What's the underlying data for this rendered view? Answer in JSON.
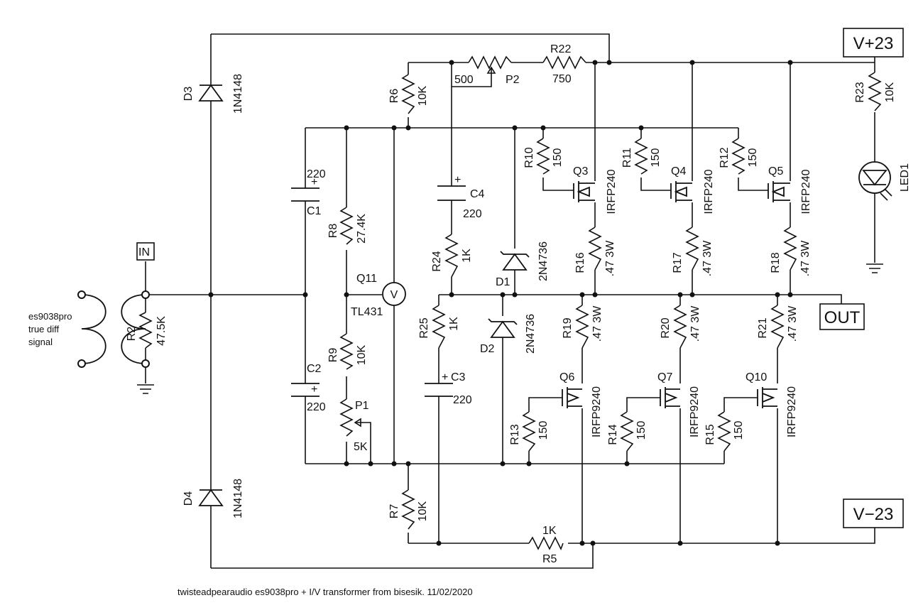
{
  "rails": {
    "positive": "V+23",
    "negative": "V−23"
  },
  "ports": {
    "input": "IN",
    "output": "OUT"
  },
  "source_note": [
    "es9038pro",
    "true diff",
    "signal"
  ],
  "footer": "twisteadpearaudio es9038pro + I/V transformer from bisesik. 11/02/2020",
  "components": {
    "D3": {
      "ref": "D3",
      "value": "1N4148"
    },
    "D4": {
      "ref": "D4",
      "value": "1N4148"
    },
    "R2": {
      "ref": "R2",
      "value": "47.5K"
    },
    "C1": {
      "ref": "C1",
      "value": "220",
      "pol": "+"
    },
    "C2": {
      "ref": "C2",
      "value": "220",
      "pol": "+"
    },
    "C3": {
      "ref": "C3",
      "value": "220",
      "pol": "+"
    },
    "C4": {
      "ref": "C4",
      "value": "220",
      "pol": "+"
    },
    "R8": {
      "ref": "R8",
      "value": "27.4K"
    },
    "R9": {
      "ref": "R9",
      "value": "10K"
    },
    "P1": {
      "ref": "P1",
      "value": "5K"
    },
    "P2": {
      "ref": "P2",
      "value": "500"
    },
    "Q11": {
      "ref": "Q11",
      "value": "TL431",
      "symbol": "V"
    },
    "R6": {
      "ref": "R6",
      "value": "10K"
    },
    "R7": {
      "ref": "R7",
      "value": "10K"
    },
    "R22": {
      "ref": "R22",
      "value": "750"
    },
    "R23": {
      "ref": "R23",
      "value": "10K"
    },
    "LED1": {
      "ref": "LED1"
    },
    "R24": {
      "ref": "R24",
      "value": "1K"
    },
    "R25": {
      "ref": "R25",
      "value": "1K"
    },
    "R5": {
      "ref": "R5",
      "value": "1K"
    },
    "D1": {
      "ref": "D1",
      "value": "2N4736"
    },
    "D2": {
      "ref": "D2",
      "value": "2N4736"
    },
    "R10": {
      "ref": "R10",
      "value": "150"
    },
    "R11": {
      "ref": "R11",
      "value": "150"
    },
    "R12": {
      "ref": "R12",
      "value": "150"
    },
    "R13": {
      "ref": "R13",
      "value": "150"
    },
    "R14": {
      "ref": "R14",
      "value": "150"
    },
    "R15": {
      "ref": "R15",
      "value": "150"
    },
    "Q3": {
      "ref": "Q3",
      "value": "IRFP240"
    },
    "Q4": {
      "ref": "Q4",
      "value": "IRFP240"
    },
    "Q5": {
      "ref": "Q5",
      "value": "IRFP240"
    },
    "Q6": {
      "ref": "Q6",
      "value": "IRFP9240"
    },
    "Q7": {
      "ref": "Q7",
      "value": "IRFP9240"
    },
    "Q10": {
      "ref": "Q10",
      "value": "IRFP9240"
    },
    "R16": {
      "ref": "R16",
      "value": ".47 3W"
    },
    "R17": {
      "ref": "R17",
      "value": ".47 3W"
    },
    "R18": {
      "ref": "R18",
      "value": ".47 3W"
    },
    "R19": {
      "ref": "R19",
      "value": ".47 3W"
    },
    "R20": {
      "ref": "R20",
      "value": ".47 3W"
    },
    "R21": {
      "ref": "R21",
      "value": ".47 3W"
    }
  }
}
